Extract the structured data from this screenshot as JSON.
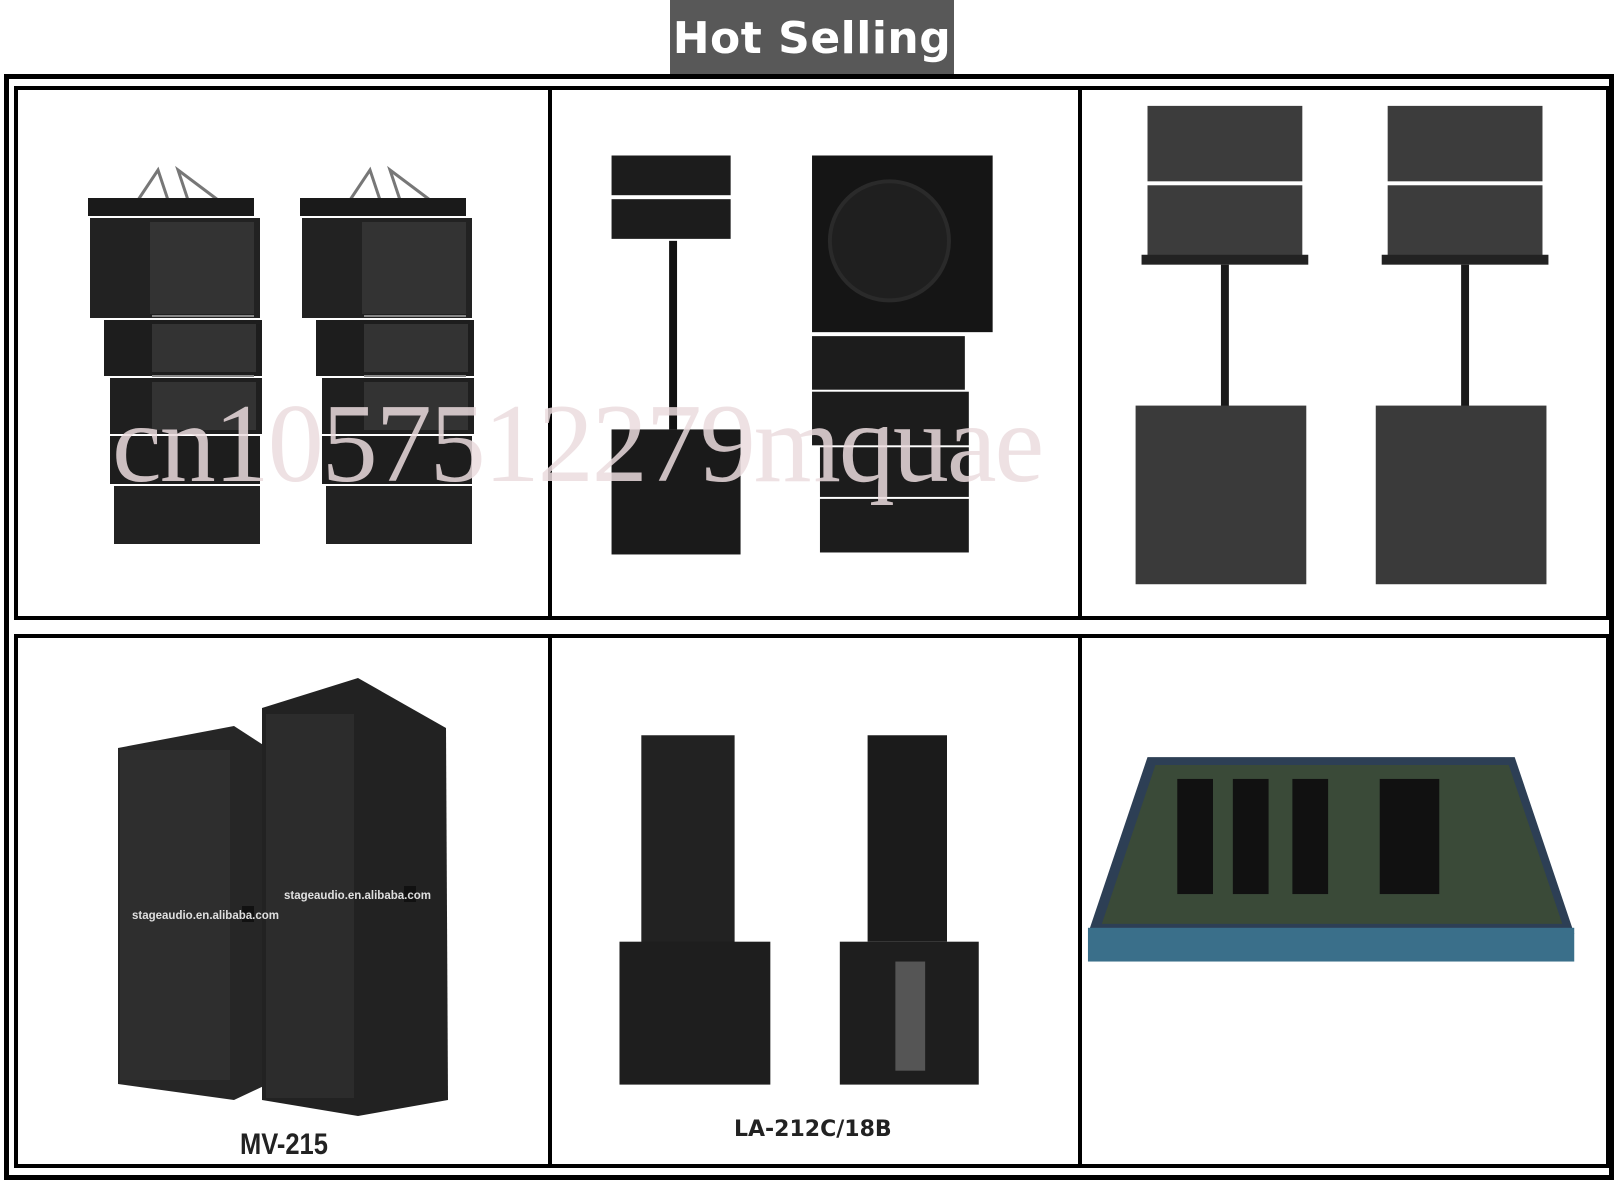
{
  "header": {
    "title": "Hot Selling"
  },
  "grid": {
    "row1": [
      {
        "icon": "line-array-speaker-pair-icon"
      },
      {
        "icon": "column-speaker-and-subwoofer-stack-icon"
      },
      {
        "icon": "pole-mounted-line-array-on-subwoofers-icon"
      }
    ],
    "row2": [
      {
        "icon": "dual-15-inch-speaker-pair-icon",
        "label": "MV-215",
        "urls": [
          "stageaudio.en.alibaba.com",
          "stageaudio.en.alibaba.com"
        ]
      },
      {
        "icon": "speaker-on-subwoofer-pair-icon",
        "label": "LA-212C/18B"
      },
      {
        "icon": "power-amplifier-open-chassis-icon"
      }
    ]
  },
  "watermark": {
    "text": "cn1057512279mquae"
  },
  "colors": {
    "header_bg": "#585858",
    "frame": "#000000",
    "watermark": "#ebdcde"
  }
}
